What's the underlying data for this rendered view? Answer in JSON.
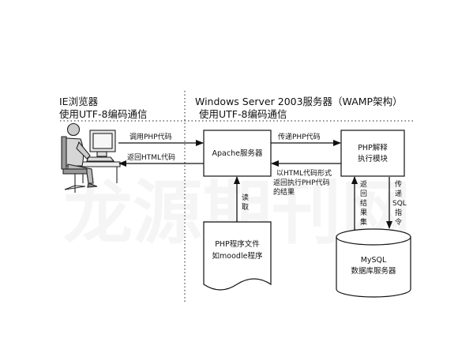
{
  "client": {
    "title": "IE浏览器",
    "subtitle": "使用UTF-8编码通信"
  },
  "server": {
    "title": "Windows Server 2003服务器（WAMP架构）",
    "subtitle": "使用UTF-8编码通信"
  },
  "nodes": {
    "apache": "Apache服务器",
    "php_module": [
      "PHP解释",
      "执行模块"
    ],
    "program_file": [
      "PHP程序文件",
      "如moodle程序"
    ],
    "mysql": [
      "MySQL",
      "数据库服务器"
    ]
  },
  "edges": {
    "call_php": "调用PHP代码",
    "return_html": "返回HTML代码",
    "pass_php": "传递PHP代码",
    "return_result": [
      "以HTML代码形式",
      "返回执行PHP代码",
      "的结果"
    ],
    "read": [
      "读",
      "取"
    ],
    "return_set": [
      "返",
      "回",
      "结",
      "果",
      "集"
    ],
    "pass_sql": [
      "传",
      "递",
      "SQL",
      "指",
      "令"
    ]
  },
  "watermark": "龙源期刊网"
}
